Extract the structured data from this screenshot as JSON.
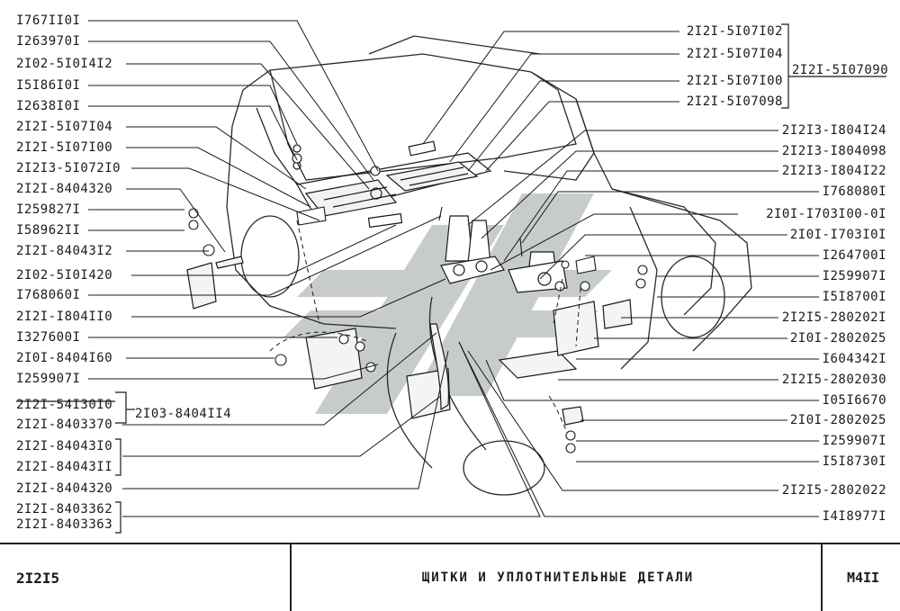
{
  "labels_left": [
    "I767II0I",
    "I263970I",
    "2I02-5I0I4I2",
    "I5I86I0I",
    "I2638I0I",
    "2I2I-5I07I04",
    "2I2I-5I07I00",
    "2I2I3-5I072I0",
    "2I2I-8404320",
    "I259827I",
    "I58962II",
    "2I2I-84043I2",
    "2I02-5I0I420",
    "I768060I",
    "2I2I-I804II0",
    "I327600I",
    "2I0I-8404I60",
    "I259907I",
    "2I2I-54I30I0",
    "2I2I-8403370",
    "2I2I-84043I0",
    "2I2I-84043II",
    "2I2I-8404320",
    "2I2I-8403362",
    "2I2I-8403363"
  ],
  "labels_right": [
    "2I2I-5I07I02",
    "2I2I-5I07I04",
    "2I2I-5I07I00",
    "2I2I-5I07098",
    "2I2I3-I804I24",
    "2I2I3-I804098",
    "2I2I3-I804I22",
    "I768080I",
    "2I0I-I703I00-0I",
    "2I0I-I703I0I",
    "I264700I",
    "I259907I",
    "I5I8700I",
    "2I2I5-280202I",
    "2I0I-2802025",
    "I604342I",
    "2I2I5-2802030",
    "I05I6670",
    "2I0I-2802025",
    "I259907I",
    "I5I8730I",
    "2I2I5-2802022",
    "I4I8977I"
  ],
  "group_label": "2I2I-5I07090",
  "middle_label": "2I03-8404II4",
  "footer": {
    "code": "2I2I5",
    "title": "ЩИТКИ  И  УПЛОТНИТЕЛЬНЫЕ  ДЕТАЛИ",
    "sheet": "M4II"
  },
  "colors": {
    "ink": "#1a1a1a",
    "watermark": "#9aa4a0"
  },
  "icons": [
    "vehicle-outline-drawing",
    "company-logo-watermark"
  ]
}
